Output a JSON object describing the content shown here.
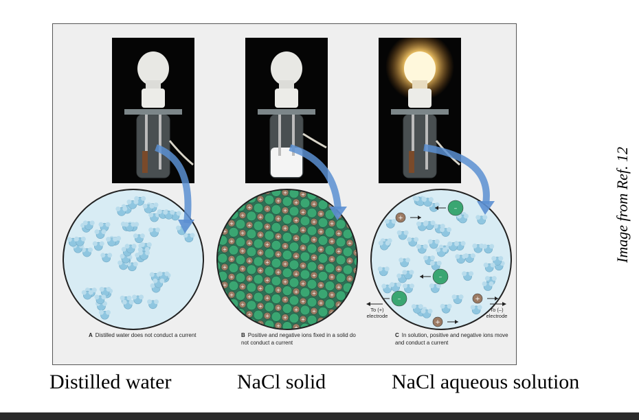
{
  "panels": [
    {
      "letter": "A",
      "caption": "Distilled water does not conduct a current",
      "bottom_label": "Distilled water"
    },
    {
      "letter": "B",
      "caption": "Positive and negative ions fixed in a solid do not conduct a current",
      "bottom_label": "NaCl solid"
    },
    {
      "letter": "C",
      "caption": "In solution, positive and negative ions move and conduct a current",
      "bottom_label": "NaCl aqueous solution"
    }
  ],
  "electrodes": {
    "left": "To (+) electrode",
    "right": "To (–) electrode"
  },
  "credit": "Image from Ref. 12",
  "ion_symbols": {
    "plus": "+",
    "minus": "–"
  },
  "colors": {
    "water": "#8fc6e0",
    "sodium": "#9b7a63",
    "chloride": "#3aa672",
    "arrow": "#5b8fd1",
    "bulb_on": "#ffd27a"
  }
}
